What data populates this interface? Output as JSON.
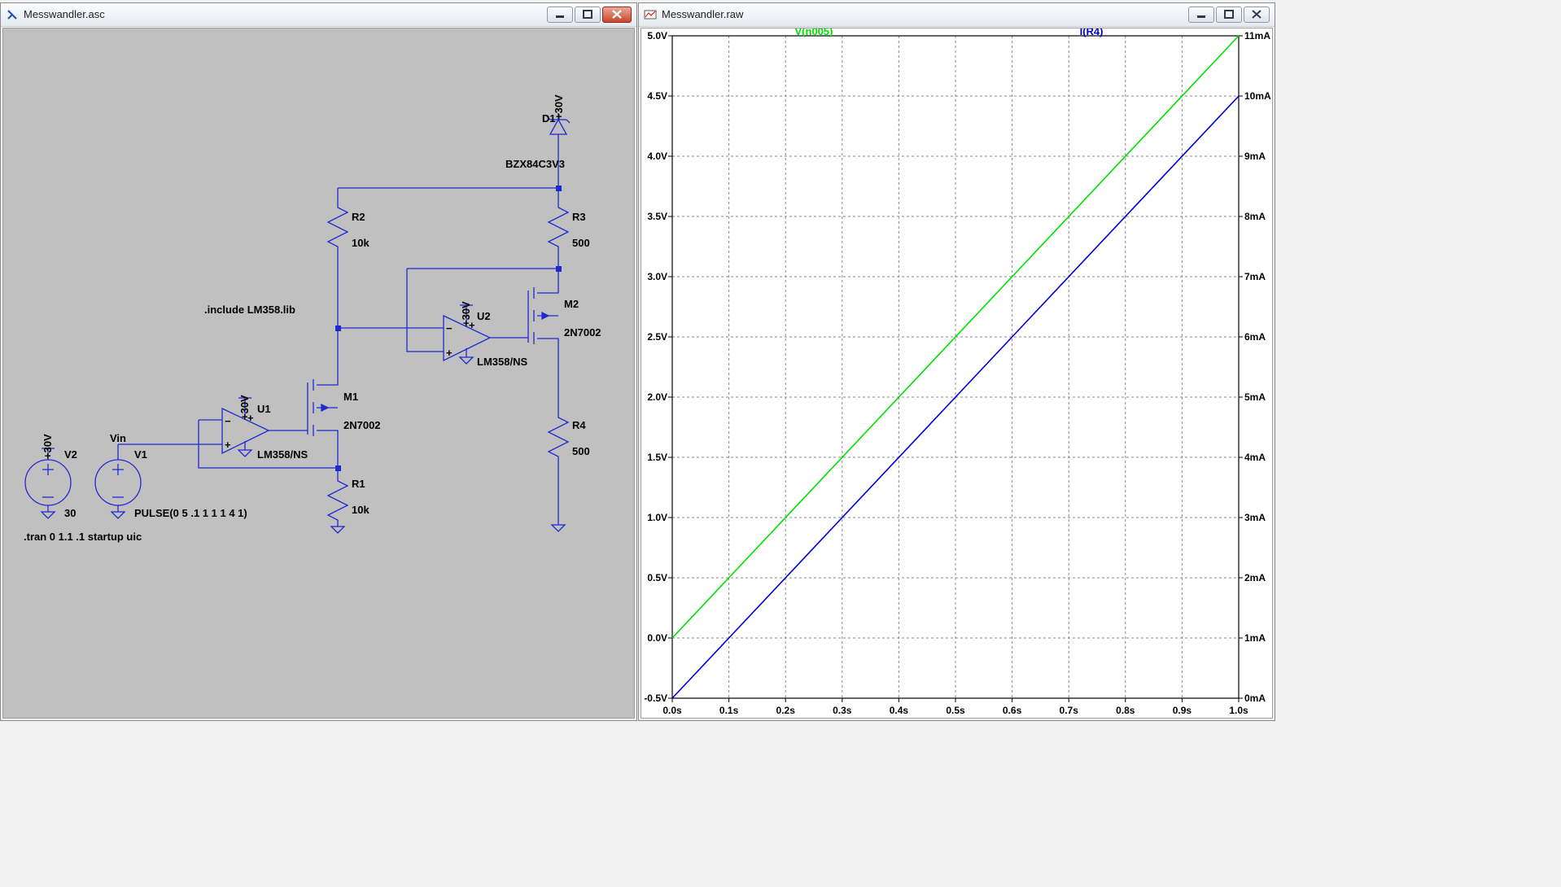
{
  "schematic_window": {
    "title": "Messwandler.asc",
    "labels": {
      "d1": "D1",
      "d1_supply": "+30V",
      "d1_value": "BZX84C3V3",
      "r2": "R2",
      "r2_value": "10k",
      "r3": "R3",
      "r3_value": "500",
      "r4": "R4",
      "r4_value": "500",
      "r1": "R1",
      "r1_value": "10k",
      "m1": "M1",
      "m1_value": "2N7002",
      "m2": "M2",
      "m2_value": "2N7002",
      "u1": "U1",
      "u1_value": "LM358/NS",
      "u1_supply": "+30V",
      "u2": "U2",
      "u2_value": "LM358/NS",
      "u2_supply": "+30V",
      "v1": "V1",
      "v1_value": "PULSE(0 5 .1 1 1 1 4 1)",
      "v2": "V2",
      "v2_value": "30",
      "v2_supply": "+30V",
      "vin": "Vin",
      "include": ".include LM358.lib",
      "tran": ".tran 0 1.1 .1 startup uic",
      "plus": "+",
      "minus": "−"
    }
  },
  "waveform_window": {
    "title": "Messwandler.raw",
    "chart_data": {
      "type": "line",
      "x": [
        0.0,
        0.1,
        0.2,
        0.3,
        0.4,
        0.5,
        0.6,
        0.7,
        0.8,
        0.9,
        1.0
      ],
      "xticks": [
        "0.0s",
        "0.1s",
        "0.2s",
        "0.3s",
        "0.4s",
        "0.5s",
        "0.6s",
        "0.7s",
        "0.8s",
        "0.9s",
        "1.0s"
      ],
      "xlim": [
        0.0,
        1.0
      ],
      "y_left_ticks": [
        "-0.5V",
        "0.0V",
        "0.5V",
        "1.0V",
        "1.5V",
        "2.0V",
        "2.5V",
        "3.0V",
        "3.5V",
        "4.0V",
        "4.5V",
        "5.0V"
      ],
      "y_left_lim": [
        -0.5,
        5.0
      ],
      "y_right_ticks": [
        "0mA",
        "1mA",
        "2mA",
        "3mA",
        "4mA",
        "5mA",
        "6mA",
        "7mA",
        "8mA",
        "9mA",
        "10mA",
        "11mA"
      ],
      "y_right_lim": [
        0,
        11
      ],
      "grid": true,
      "series": [
        {
          "name": "V(n005)",
          "axis": "left",
          "color": "#00e000",
          "x": [
            0.0,
            1.0
          ],
          "values": [
            0.0,
            5.0
          ]
        },
        {
          "name": "I(R4)",
          "axis": "right",
          "color": "#0000dd",
          "x": [
            0.0,
            1.0
          ],
          "values": [
            0.0,
            10.0
          ]
        }
      ]
    }
  }
}
